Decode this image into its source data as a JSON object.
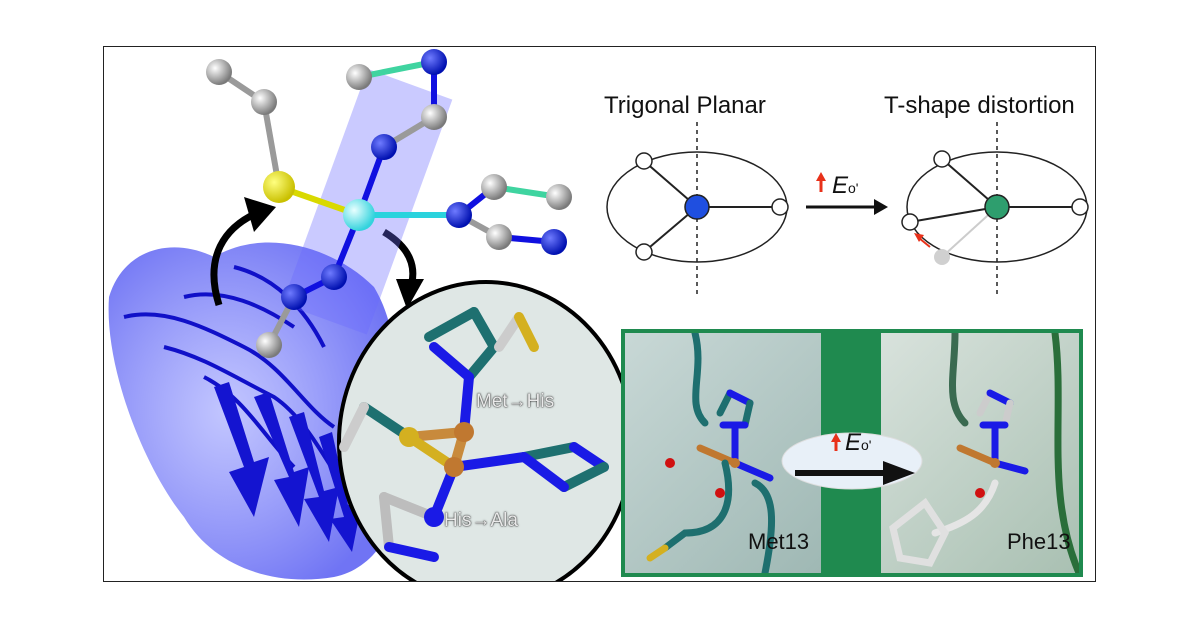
{
  "labels": {
    "trigonal_planar": "Trigonal Planar",
    "t_shape": "T-shape distortion",
    "e_top": "E",
    "e_top_sup": "o'",
    "e_bottom": "E",
    "e_bottom_sup": "o'",
    "met_his": "Met→His",
    "his_ala": "His→Ala",
    "met13": "Met13",
    "phe13": "Phe13"
  },
  "colors": {
    "copper_planar": "#1f4fe0",
    "copper_tshape": "#2e9e6e",
    "panel_border": "#1f8a4f",
    "protein_blue": "#1a1ae6",
    "red_arrow": "#e8311a",
    "teal": "#1e6f6f"
  }
}
